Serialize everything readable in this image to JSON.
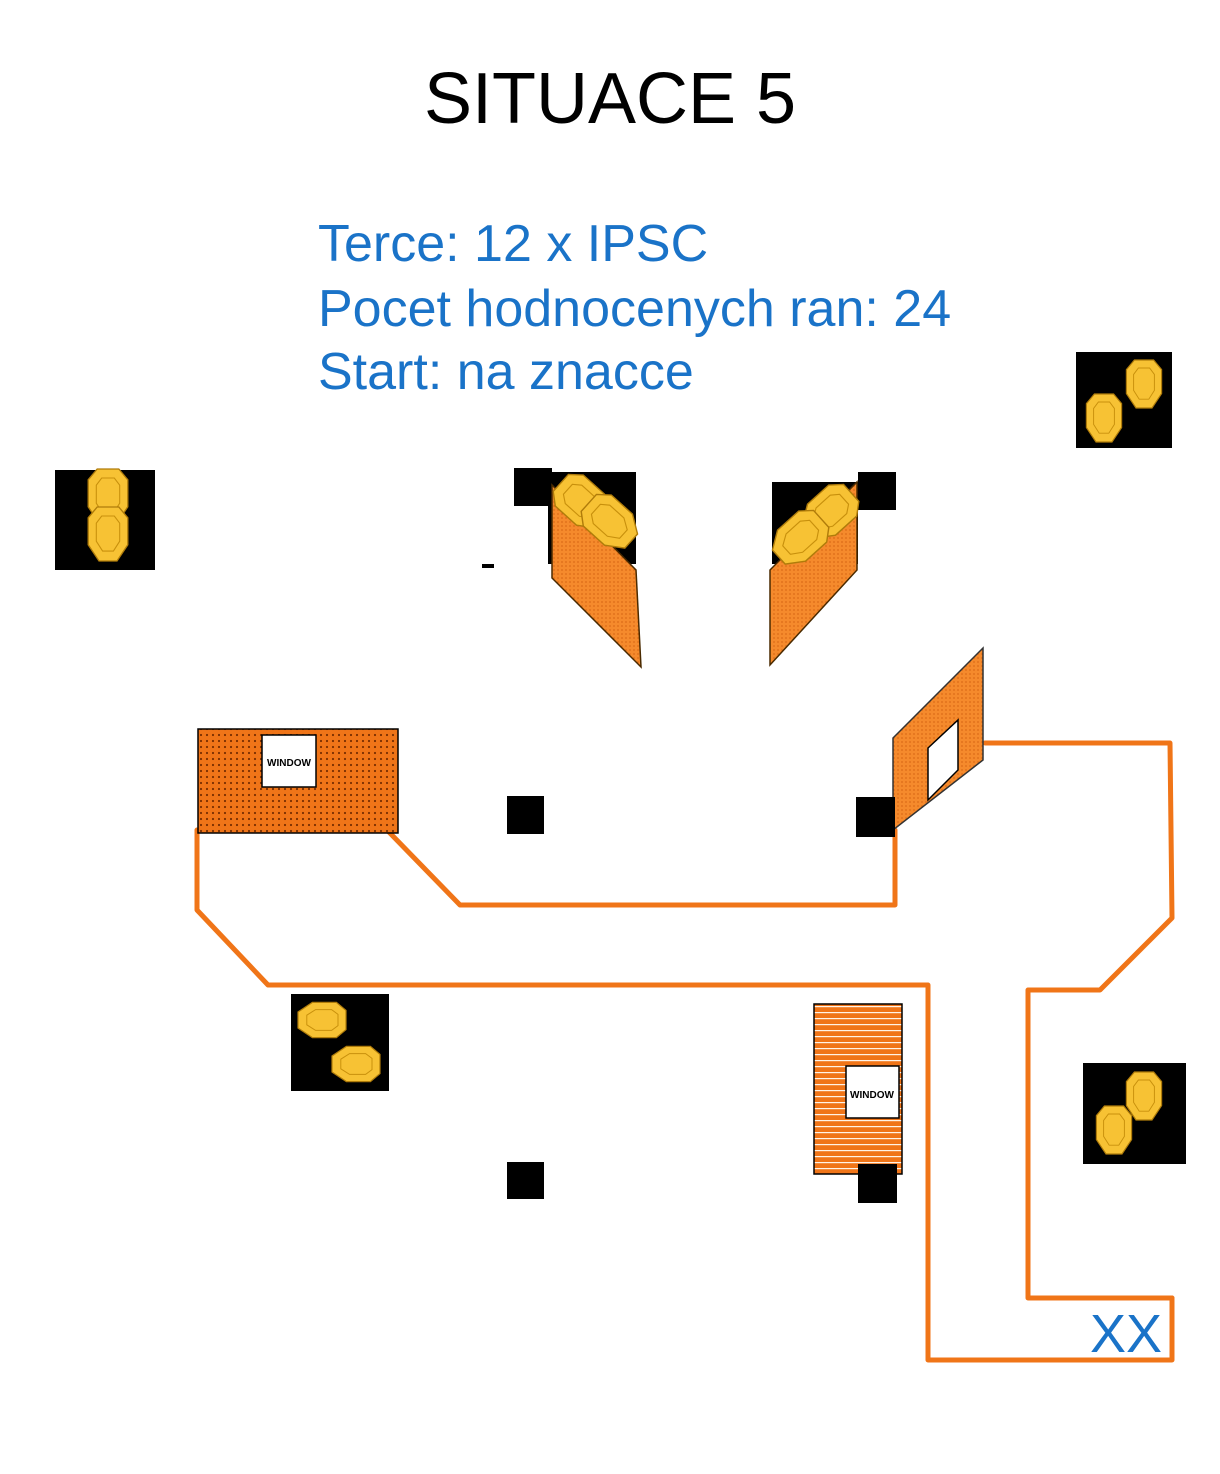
{
  "title": "SITUACE 5",
  "info": {
    "targets": "Terce: 12 x IPSC",
    "rounds": "Pocet hodnocenych ran: 24",
    "start": "Start: na znacce"
  },
  "labels": {
    "window": "WINDOW",
    "start_mark": "XX"
  },
  "colors": {
    "wall_orange": "#f07518",
    "target_yellow": "#f7c234",
    "target_outline": "#c08a10",
    "info_blue": "#1a73c8",
    "black": "#000000"
  }
}
